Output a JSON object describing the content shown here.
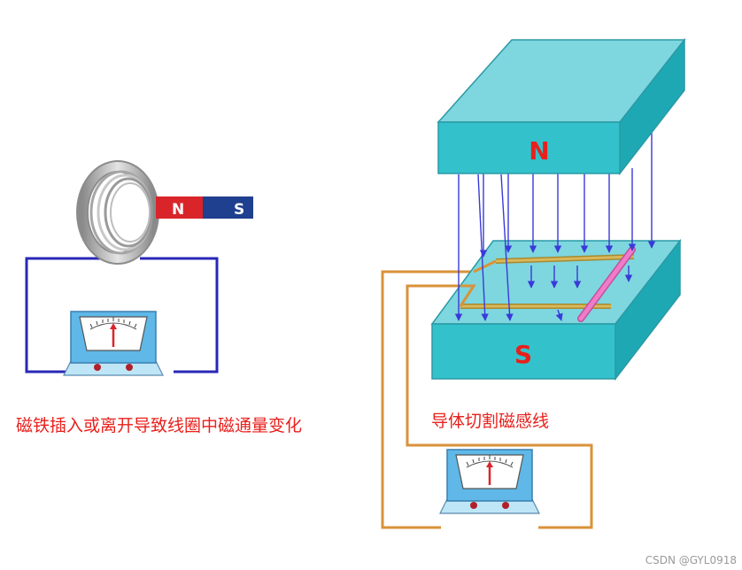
{
  "left_diagram": {
    "magnet": {
      "north_label": "N",
      "south_label": "S",
      "north_color": "#d9252a",
      "south_color": "#1f3f8f"
    },
    "caption": "磁铁插入或离开导致线圈中磁通量变化",
    "meter_icon": "galvanometer-icon"
  },
  "right_diagram": {
    "top_pole_label": "N",
    "bottom_pole_label": "S",
    "magnet_color": "#33c2cc",
    "pole_label_color": "#e8201c",
    "field_line_color": "#3a3ad8",
    "rail_color": "#c9a94a",
    "conductor_color": "#f07cc8",
    "wire_color": "#d9923a",
    "caption": "导体切割磁感线",
    "meter_icon": "galvanometer-icon"
  },
  "watermark": "CSDN @GYL0918"
}
